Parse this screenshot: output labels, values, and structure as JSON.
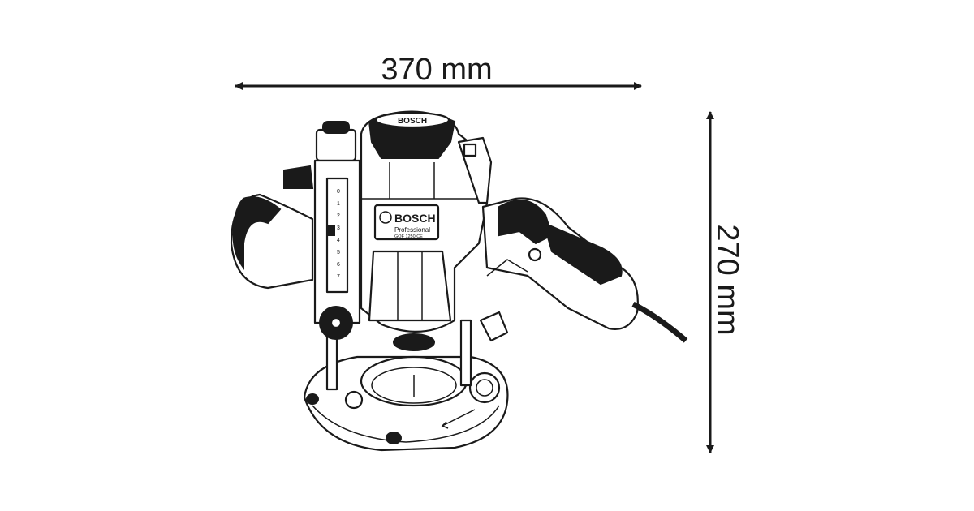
{
  "dimensions": {
    "width_label": "370 mm",
    "height_label": "270 mm"
  },
  "product": {
    "brand": "BOSCH",
    "line": "Professional",
    "model": "GOF 1250 CE",
    "depth_scale": [
      "0",
      "1",
      "2",
      "3",
      "4",
      "5",
      "6",
      "7"
    ]
  }
}
